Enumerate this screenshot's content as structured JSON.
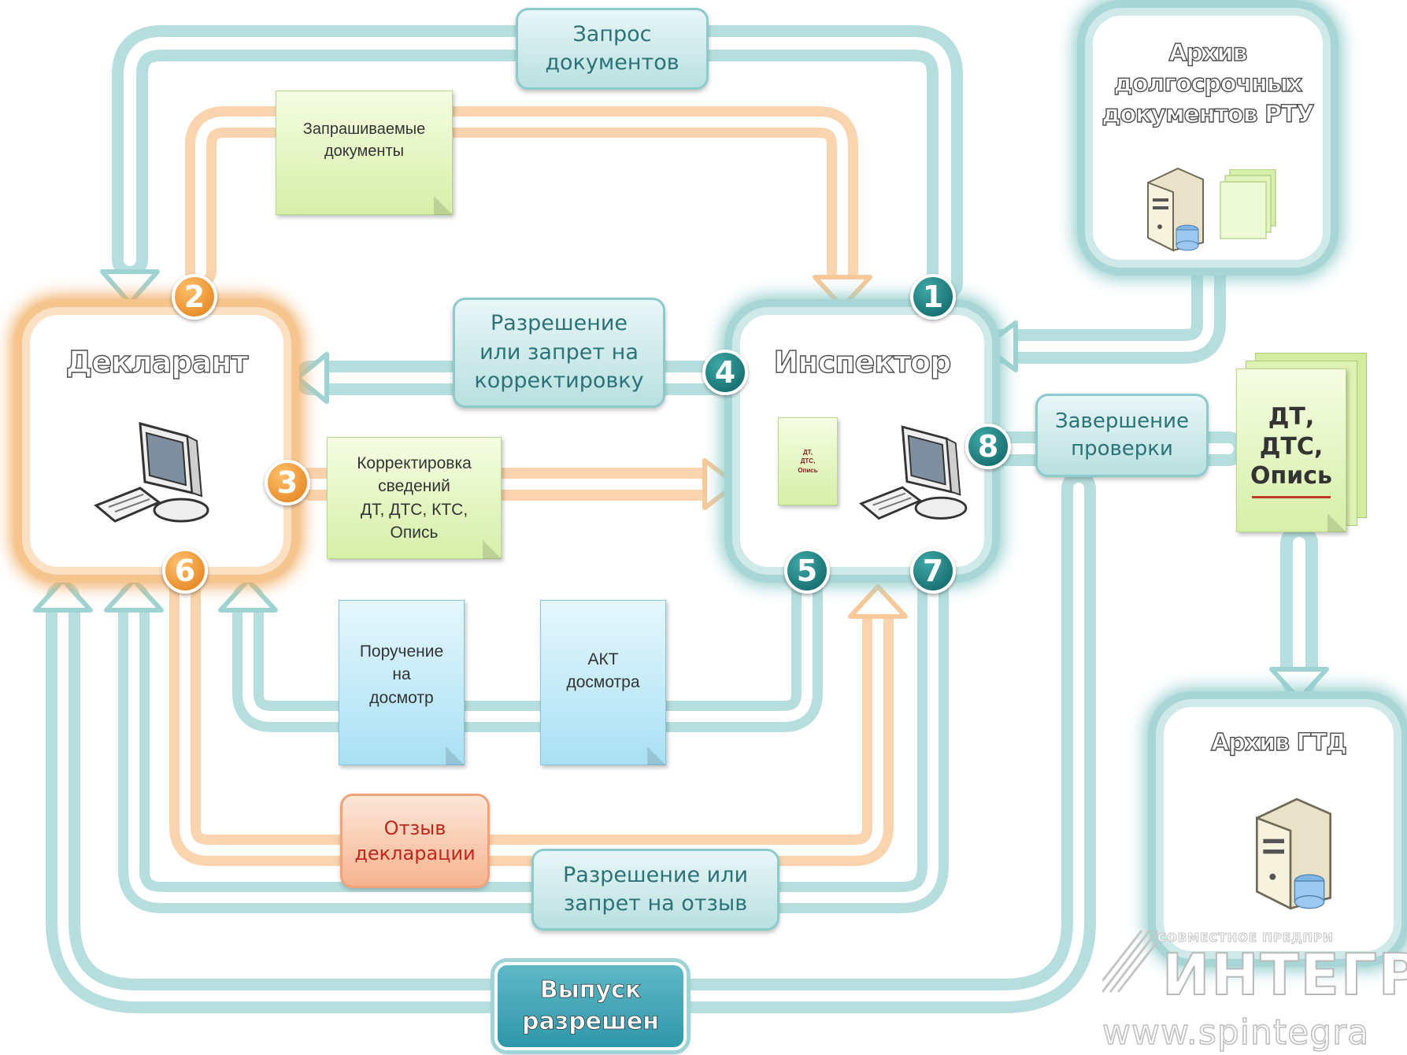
{
  "nodes": {
    "declarant": "Декларант",
    "inspector": "Инспектор",
    "archive_rtu": [
      "Архив",
      "долгосрочных",
      "документов  РТУ"
    ],
    "archive_gtd": "Архив ГТД"
  },
  "labels": {
    "request_documents": [
      "Запрос",
      "документов"
    ],
    "permission_correction": [
      "Разрешение",
      "или запрет на",
      "корректировку"
    ],
    "completion_check": [
      "Завершение",
      "проверки"
    ],
    "permission_recall": [
      "Разрешение или",
      "запрет на отзыв"
    ],
    "release_permitted": [
      "Выпуск",
      "разрешен"
    ],
    "recall_declaration": [
      "Отзыв",
      "декларации"
    ]
  },
  "documents": {
    "requested_documents": [
      "Запрашиваемые",
      "документы"
    ],
    "correction_info": [
      "Корректировка",
      "сведений",
      "ДТ, ДТС, КТС,",
      "Опись"
    ],
    "inspection_order": [
      "Поручение",
      "на",
      "досмотр"
    ],
    "inspection_act": [
      "АКТ",
      "досмотра"
    ],
    "dt_stack": [
      "ДТ,",
      "ДТС,",
      "Опись"
    ],
    "inspector_doc": [
      "ДТ,",
      "ДТС,",
      "Опись"
    ]
  },
  "badges": [
    "1",
    "2",
    "3",
    "4",
    "5",
    "6",
    "7",
    "8"
  ],
  "watermark": {
    "top_line": "СОВМЕСТНОЕ ПРЕДПРИ",
    "logo": "ИНТЕГРА",
    "url": "www.spintegra"
  },
  "colors": {
    "teal_flow": "#a9d8d8",
    "orange_flow": "#f8cda1",
    "teal_badge": "#11686b",
    "orange_badge": "#ec8f2a"
  },
  "icons": [
    "computer-icon",
    "server-icon"
  ]
}
